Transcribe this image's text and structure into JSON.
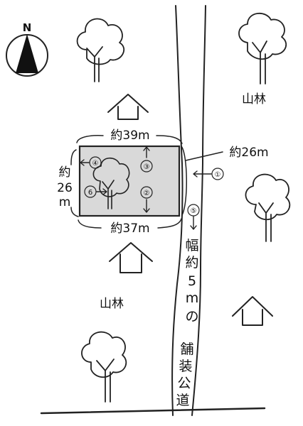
{
  "compass": {
    "label": "N"
  },
  "areas": {
    "forest_east": "山林",
    "forest_west": "山林"
  },
  "dimensions": {
    "top": "約39m",
    "bottom": "約37m",
    "left_chars": [
      "約",
      "26",
      "m"
    ],
    "right": "約26m"
  },
  "markers": [
    "①",
    "②",
    "③",
    "④",
    "⑤",
    "6"
  ],
  "road": {
    "width_chars": [
      "幅",
      "約",
      "5",
      "m",
      "の"
    ],
    "type_chars": [
      "舗",
      "装",
      "公",
      "道"
    ]
  },
  "colors": {
    "ink": "#222222",
    "lot_fill": "#d9d9d9",
    "compass_fill": "#111111"
  }
}
